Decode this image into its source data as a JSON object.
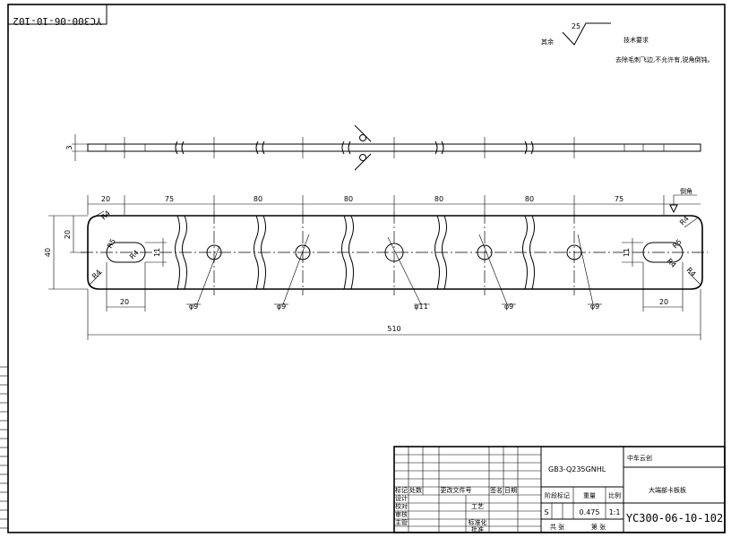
{
  "drawing_number": "YC300-06-10-102",
  "drawing_number_rotated": "YC300-06-10-102",
  "roughness": {
    "label": "其余",
    "value": "25"
  },
  "technical_requirements": {
    "title": "技术要求",
    "line1": "去除毛刺飞边,不允许有,锐角倒钝。"
  },
  "dimensions": {
    "thickness": "3",
    "segments": [
      "20",
      "75",
      "80",
      "80",
      "80",
      "80",
      "75"
    ],
    "total_length": "510",
    "width": "40",
    "half_width": "20",
    "slot_offset_left": "20",
    "slot_offset_right": "20",
    "slot_width_left": "11",
    "slot_width_right": "11",
    "corner_radius": "R4",
    "slot_radius": "R5",
    "holes": [
      "φ9",
      "φ9",
      "φ11",
      "φ9",
      "φ9"
    ],
    "edge_note": "倒角"
  },
  "title_block": {
    "material": "GB3-Q235GNHL",
    "company": "中车云创",
    "part_name": "大端部卡板板",
    "mark_header": "阶段标记",
    "weight_header": "重量",
    "scale_header": "比例",
    "stage": "S",
    "weight": "0.475",
    "scale": "1:1",
    "sheets_label": "共 张",
    "sheet_label": "第 张",
    "rev_headers": [
      "标记",
      "处数",
      "更改文件号",
      "签名",
      "日期"
    ],
    "roles": [
      "设计",
      "审核",
      "工艺",
      "标准化",
      "批准",
      "校对",
      "主管"
    ],
    "process_label": "工艺",
    "standard_label": "标准化",
    "approve_label": "批准",
    "design_label": "设计",
    "check_label": "校对",
    "review_label": "审核",
    "chief_label": "主管"
  }
}
